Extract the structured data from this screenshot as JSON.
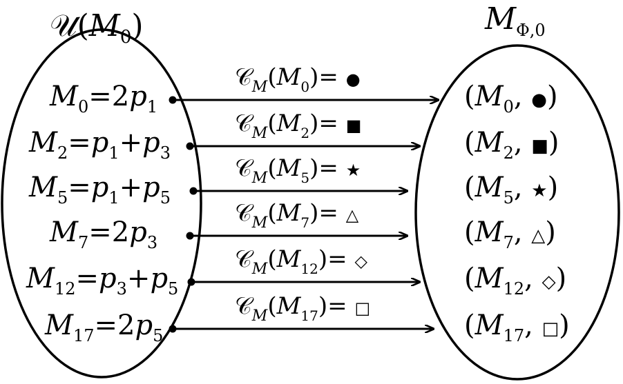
{
  "left_set": {
    "title_script": "𝒰",
    "title_open": "(",
    "title_var": "M",
    "title_sub": "0",
    "title_close": ")",
    "items": [
      {
        "var": "M",
        "sub": "0",
        "rhs": "=2",
        "terms": [
          {
            "v": "p",
            "s": "1"
          }
        ]
      },
      {
        "var": "M",
        "sub": "2",
        "rhs": "=",
        "terms": [
          {
            "v": "p",
            "s": "1"
          },
          {
            "op": "+",
            "v": "p",
            "s": "3"
          }
        ]
      },
      {
        "var": "M",
        "sub": "5",
        "rhs": "=",
        "terms": [
          {
            "v": "p",
            "s": "1"
          },
          {
            "op": "+",
            "v": "p",
            "s": "5"
          }
        ]
      },
      {
        "var": "M",
        "sub": "7",
        "rhs": "=2",
        "terms": [
          {
            "v": "p",
            "s": "3"
          }
        ]
      },
      {
        "var": "M",
        "sub": "12",
        "rhs": "=",
        "terms": [
          {
            "v": "p",
            "s": "3"
          },
          {
            "op": "+",
            "v": "p",
            "s": "5"
          }
        ]
      },
      {
        "var": "M",
        "sub": "17",
        "rhs": "=2",
        "terms": [
          {
            "v": "p",
            "s": "5"
          }
        ]
      }
    ]
  },
  "right_set": {
    "title_var": "M",
    "title_sub": "Φ,0",
    "items": [
      {
        "var": "M",
        "sub": "0",
        "symbol": "●"
      },
      {
        "var": "M",
        "sub": "2",
        "symbol": "■"
      },
      {
        "var": "M",
        "sub": "5",
        "symbol": "★"
      },
      {
        "var": "M",
        "sub": "7",
        "symbol": "△"
      },
      {
        "var": "M",
        "sub": "12",
        "symbol": "◇"
      },
      {
        "var": "M",
        "sub": "17",
        "symbol": "□"
      }
    ]
  },
  "mapping": {
    "fn_script": "𝒞",
    "fn_sub": "M",
    "labels": [
      {
        "arg_var": "M",
        "arg_sub": "0",
        "symbol": "●"
      },
      {
        "arg_var": "M",
        "arg_sub": "2",
        "symbol": "■"
      },
      {
        "arg_var": "M",
        "arg_sub": "5",
        "symbol": "★"
      },
      {
        "arg_var": "M",
        "arg_sub": "7",
        "symbol": "△"
      },
      {
        "arg_var": "M",
        "arg_sub": "12",
        "symbol": "◇"
      },
      {
        "arg_var": "M",
        "arg_sub": "17",
        "symbol": "□"
      }
    ]
  }
}
